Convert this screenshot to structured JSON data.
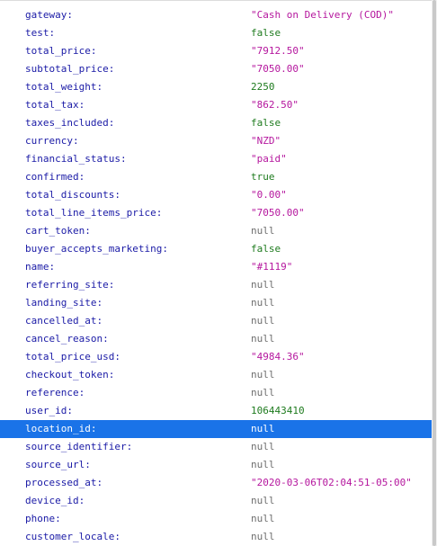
{
  "colors": {
    "key": "#1a1aa6",
    "string": "#b5179e",
    "null": "#6e6e6e",
    "number": "#1e7b1e",
    "selection": "#1a73e8"
  },
  "rows": [
    {
      "key": "gateway:",
      "value": "\"Cash on Delivery (COD)\"",
      "type": "string"
    },
    {
      "key": "test:",
      "value": "false",
      "type": "bool"
    },
    {
      "key": "total_price:",
      "value": "\"7912.50\"",
      "type": "string"
    },
    {
      "key": "subtotal_price:",
      "value": "\"7050.00\"",
      "type": "string"
    },
    {
      "key": "total_weight:",
      "value": "2250",
      "type": "number"
    },
    {
      "key": "total_tax:",
      "value": "\"862.50\"",
      "type": "string"
    },
    {
      "key": "taxes_included:",
      "value": "false",
      "type": "bool"
    },
    {
      "key": "currency:",
      "value": "\"NZD\"",
      "type": "string"
    },
    {
      "key": "financial_status:",
      "value": "\"paid\"",
      "type": "string"
    },
    {
      "key": "confirmed:",
      "value": "true",
      "type": "bool"
    },
    {
      "key": "total_discounts:",
      "value": "\"0.00\"",
      "type": "string"
    },
    {
      "key": "total_line_items_price:",
      "value": "\"7050.00\"",
      "type": "string"
    },
    {
      "key": "cart_token:",
      "value": "null",
      "type": "null"
    },
    {
      "key": "buyer_accepts_marketing:",
      "value": "false",
      "type": "bool"
    },
    {
      "key": "name:",
      "value": "\"#1119\"",
      "type": "string"
    },
    {
      "key": "referring_site:",
      "value": "null",
      "type": "null"
    },
    {
      "key": "landing_site:",
      "value": "null",
      "type": "null"
    },
    {
      "key": "cancelled_at:",
      "value": "null",
      "type": "null"
    },
    {
      "key": "cancel_reason:",
      "value": "null",
      "type": "null"
    },
    {
      "key": "total_price_usd:",
      "value": "\"4984.36\"",
      "type": "string"
    },
    {
      "key": "checkout_token:",
      "value": "null",
      "type": "null"
    },
    {
      "key": "reference:",
      "value": "null",
      "type": "null"
    },
    {
      "key": "user_id:",
      "value": "106443410",
      "type": "number"
    },
    {
      "key": "location_id:",
      "value": "null",
      "type": "null",
      "selected": true
    },
    {
      "key": "source_identifier:",
      "value": "null",
      "type": "null"
    },
    {
      "key": "source_url:",
      "value": "null",
      "type": "null"
    },
    {
      "key": "processed_at:",
      "value": "\"2020-03-06T02:04:51-05:00\"",
      "type": "string"
    },
    {
      "key": "device_id:",
      "value": "null",
      "type": "null"
    },
    {
      "key": "phone:",
      "value": "null",
      "type": "null"
    },
    {
      "key": "customer_locale:",
      "value": "null",
      "type": "null"
    }
  ]
}
